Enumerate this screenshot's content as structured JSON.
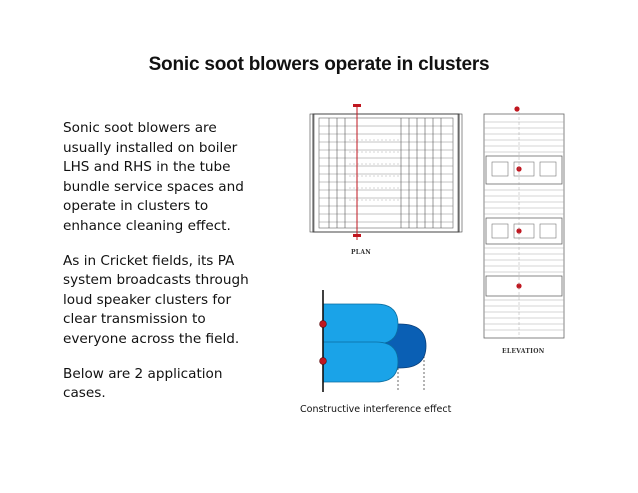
{
  "title": "Sonic soot blowers operate in clusters",
  "paragraphs": [
    [
      "Sonic soot blowers are",
      "usually installed on boiler",
      "LHS and RHS in the tube",
      "bundle service spaces and",
      "operate in clusters to",
      "enhance cleaning effect."
    ],
    [
      "As in Cricket fields, its PA",
      "system broadcasts through",
      "loud speaker clusters for",
      "clear transmission to",
      "everyone across the field."
    ],
    [
      "Below are 2 application",
      "cases."
    ]
  ],
  "figures": {
    "plan_label": "PLAN",
    "elevation_label": "ELEVATION",
    "interference_caption": "Constructive interference effect"
  },
  "colors": {
    "wave_light": "#1aa3e8",
    "wave_dark": "#0a5fb4",
    "speaker_dot": "#c0161f"
  }
}
